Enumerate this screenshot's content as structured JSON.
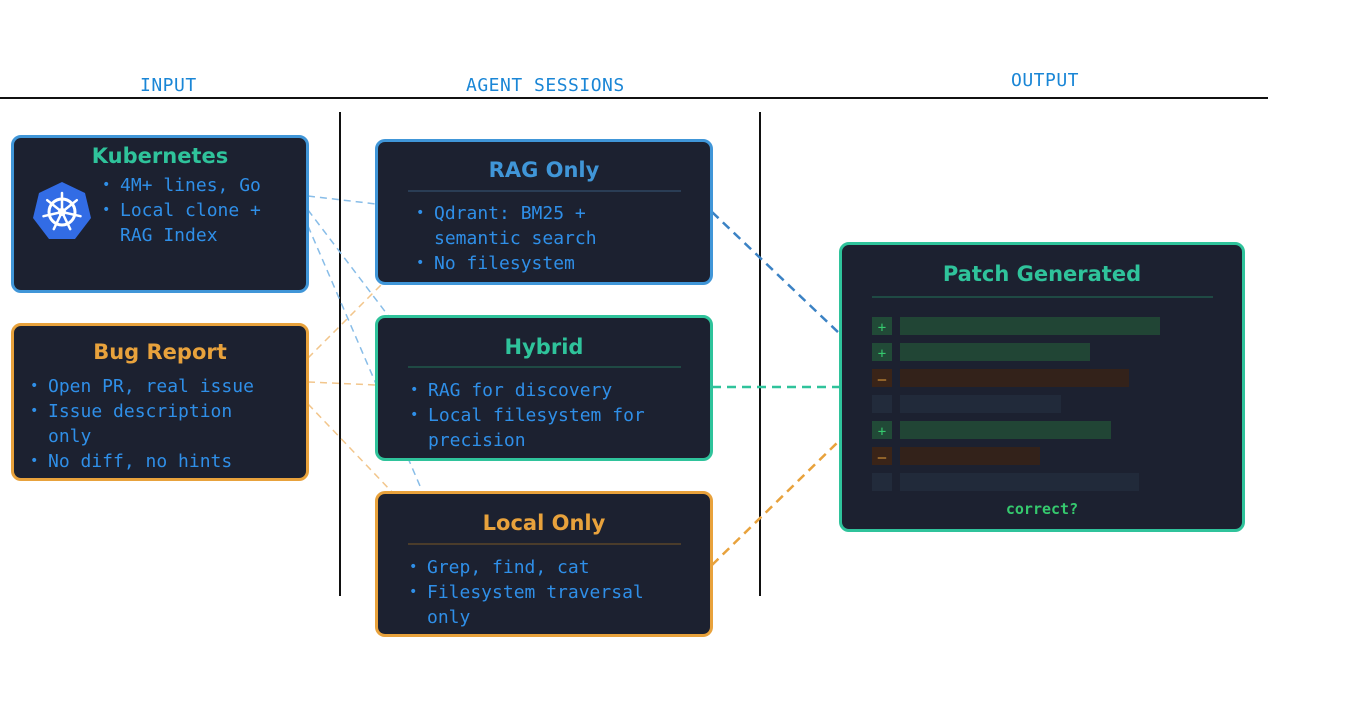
{
  "columns": {
    "input": "INPUT",
    "sessions": "AGENT SESSIONS",
    "output": "OUTPUT"
  },
  "kubernetes": {
    "title": "Kubernetes",
    "bullets": [
      "4M+ lines, Go",
      "Local clone +\nRAG Index"
    ]
  },
  "bug_report": {
    "title": "Bug Report",
    "bullets": [
      "Open PR, real issue",
      "Issue description\nonly",
      "No diff, no hints"
    ]
  },
  "rag_only": {
    "title": "RAG Only",
    "bullets": [
      "Qdrant: BM25 +\nsemantic search",
      "No filesystem"
    ]
  },
  "hybrid": {
    "title": "Hybrid",
    "bullets": [
      "RAG for discovery",
      "Local filesystem for\nprecision"
    ]
  },
  "local_only": {
    "title": "Local Only",
    "bullets": [
      "Grep, find, cat",
      "Filesystem traversal\nonly"
    ]
  },
  "patch": {
    "title": "Patch Generated",
    "lines": [
      {
        "kind": "add",
        "mark": "+",
        "fraction": 1.0
      },
      {
        "kind": "add",
        "mark": "+",
        "fraction": 0.73
      },
      {
        "kind": "remove",
        "mark": "–",
        "fraction": 0.88
      },
      {
        "kind": "context",
        "mark": "",
        "fraction": 0.62
      },
      {
        "kind": "add",
        "mark": "+",
        "fraction": 0.81
      },
      {
        "kind": "remove",
        "mark": "–",
        "fraction": 0.54
      },
      {
        "kind": "context",
        "mark": "",
        "fraction": 0.92
      }
    ],
    "footer": "correct?"
  },
  "colors": {
    "blue": "#4096d8",
    "green": "#2fc39b",
    "orange": "#e8a23c",
    "card_bg": "#1c2130",
    "label_blue": "#1a86d6"
  }
}
